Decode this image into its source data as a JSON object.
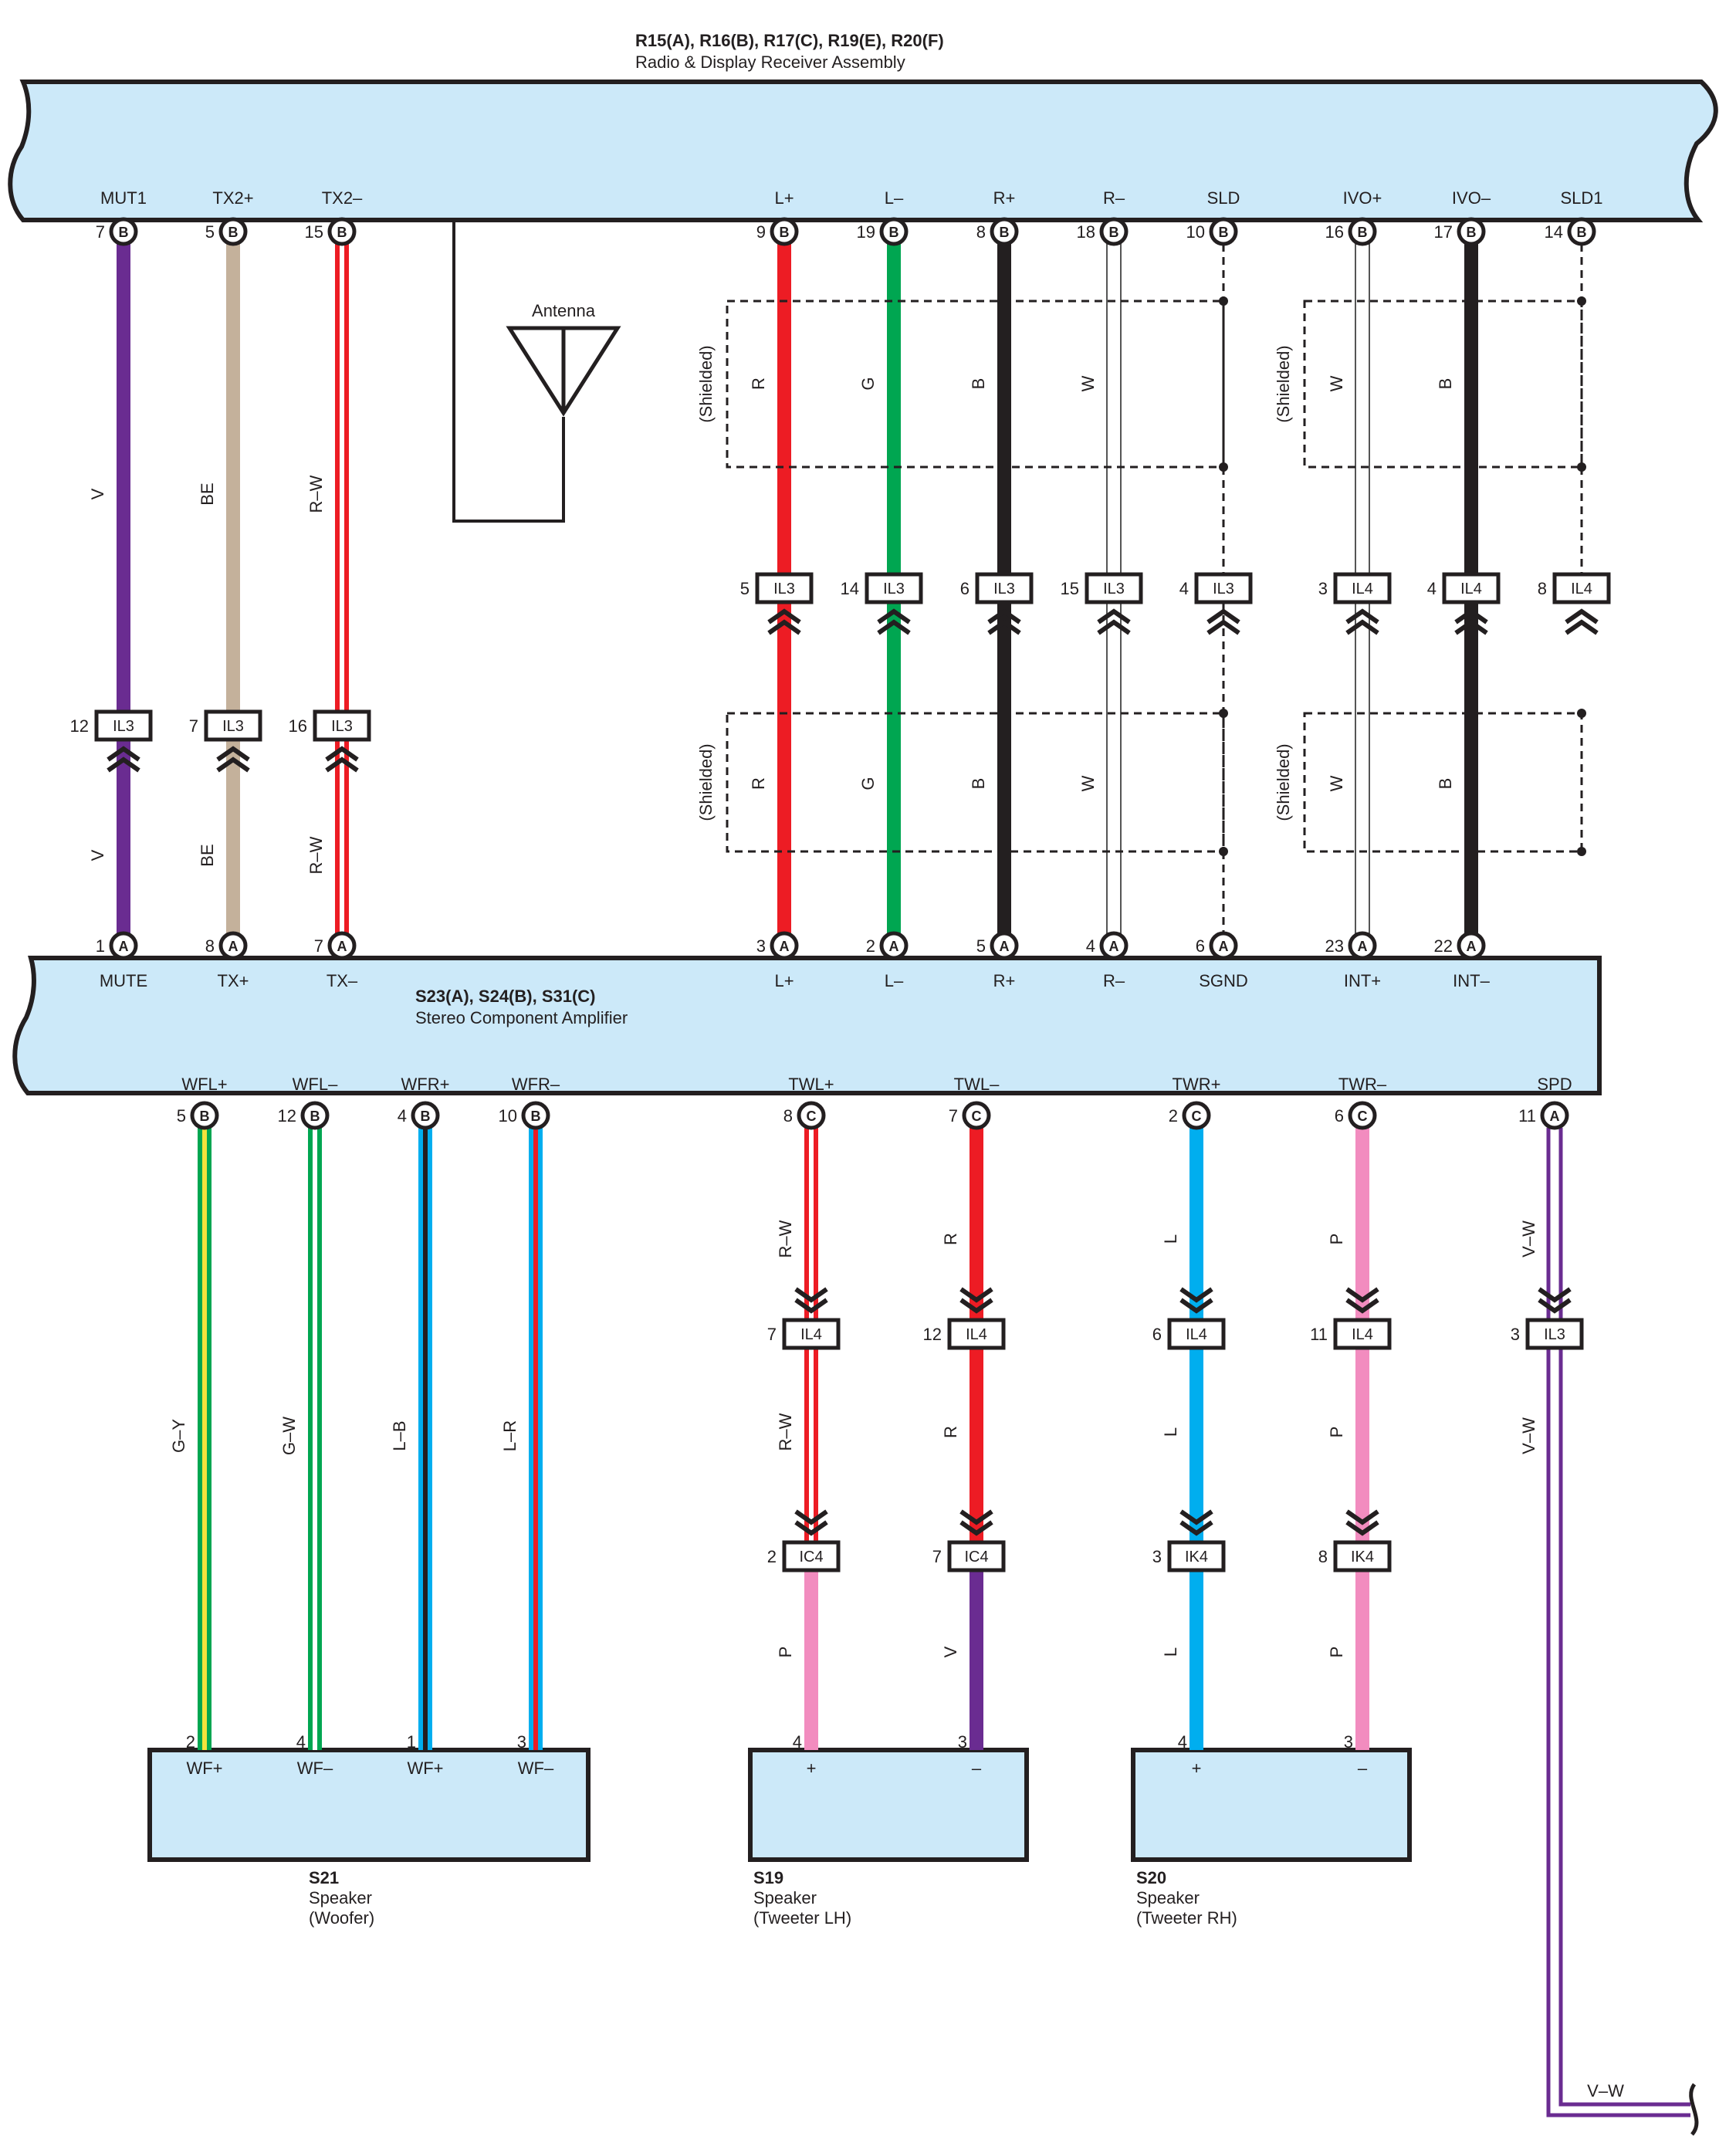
{
  "receiver": {
    "title": "R15(A), R16(B), R17(C), R19(E), R20(F)",
    "subtitle": "Radio & Display Receiver Assembly",
    "terminals": [
      "MUT1",
      "TX2+",
      "TX2–",
      "L+",
      "L–",
      "R+",
      "R–",
      "SLD",
      "IVO+",
      "IVO–",
      "SLD1"
    ]
  },
  "amplifier": {
    "title": "S23(A), S24(B), S31(C)",
    "subtitle": "Stereo Component Amplifier",
    "top_terminals": [
      "MUTE",
      "TX+",
      "TX–",
      "L+",
      "L–",
      "R+",
      "R–",
      "SGND",
      "INT+",
      "INT–"
    ],
    "bottom_terminals": [
      "WFL+",
      "WFL–",
      "WFR+",
      "WFR–",
      "TWL+",
      "TWL–",
      "TWR+",
      "TWR–",
      "SPD"
    ]
  },
  "antenna_label": "Antenna",
  "shielded_label": "(Shielded)",
  "speakers": [
    {
      "id": "S21",
      "name": "Speaker",
      "detail": "(Woofer)",
      "terminals": [
        "WF+",
        "WF–",
        "WF+",
        "WF–"
      ]
    },
    {
      "id": "S19",
      "name": "Speaker",
      "detail": "(Tweeter LH)",
      "terminals": [
        "+",
        "–"
      ]
    },
    {
      "id": "S20",
      "name": "Speaker",
      "detail": "(Tweeter RH)",
      "terminals": [
        "+",
        "–"
      ]
    }
  ],
  "offpage_wire_label": "V–W",
  "colors": {
    "component_fill": "#cce9f9",
    "V": "#6a2c91",
    "BE": "#c4b19b",
    "R": "#ed1c24",
    "G": "#00a651",
    "B": "#231f20",
    "W": "#ffffff",
    "Y": "#f2e33c",
    "L": "#00aeef",
    "P": "#f28cbf"
  },
  "upper_wires": [
    {
      "top_pin": "7",
      "top_circ": "B",
      "color": "V",
      "code_top": "V",
      "junction": "IL3",
      "j_pin": "12",
      "code_bot": "V",
      "bot_pin": "1",
      "bot_circ": "A"
    },
    {
      "top_pin": "5",
      "top_circ": "B",
      "color": "BE",
      "code_top": "BE",
      "junction": "IL3",
      "j_pin": "7",
      "code_bot": "BE",
      "bot_pin": "8",
      "bot_circ": "A"
    },
    {
      "top_pin": "15",
      "top_circ": "B",
      "color": "R-W",
      "code_top": "R–W",
      "junction": "IL3",
      "j_pin": "16",
      "code_bot": "R–W",
      "bot_pin": "7",
      "bot_circ": "A"
    },
    {
      "top_pin": "9",
      "top_circ": "B",
      "color": "R",
      "code_top": "R",
      "junction": "IL3",
      "j_pin": "5",
      "code_bot": "R",
      "bot_pin": "3",
      "bot_circ": "A"
    },
    {
      "top_pin": "19",
      "top_circ": "B",
      "color": "G",
      "code_top": "G",
      "junction": "IL3",
      "j_pin": "14",
      "code_bot": "G",
      "bot_pin": "2",
      "bot_circ": "A"
    },
    {
      "top_pin": "8",
      "top_circ": "B",
      "color": "B",
      "code_top": "B",
      "junction": "IL3",
      "j_pin": "6",
      "code_bot": "B",
      "bot_pin": "5",
      "bot_circ": "A"
    },
    {
      "top_pin": "18",
      "top_circ": "B",
      "color": "W",
      "code_top": "W",
      "junction": "IL3",
      "j_pin": "15",
      "code_bot": "W",
      "bot_pin": "4",
      "bot_circ": "A"
    },
    {
      "top_pin": "10",
      "top_circ": "B",
      "color": "SHIELD",
      "code_top": "",
      "junction": "IL3",
      "j_pin": "4",
      "code_bot": "",
      "bot_pin": "6",
      "bot_circ": "A"
    },
    {
      "top_pin": "16",
      "top_circ": "B",
      "color": "W",
      "code_top": "W",
      "junction": "IL4",
      "j_pin": "3",
      "code_bot": "W",
      "bot_pin": "23",
      "bot_circ": "A"
    },
    {
      "top_pin": "17",
      "top_circ": "B",
      "color": "B",
      "code_top": "B",
      "junction": "IL4",
      "j_pin": "4",
      "code_bot": "B",
      "bot_pin": "22",
      "bot_circ": "A"
    },
    {
      "top_pin": "14",
      "top_circ": "B",
      "color": "SHIELD",
      "code_top": "",
      "junction": "IL4",
      "j_pin": "8",
      "code_bot": "",
      "bot_pin": "",
      "bot_circ": ""
    }
  ],
  "lower_wires": [
    {
      "amp_pin": "5",
      "amp_circ": "B",
      "color": "G-Y",
      "code": "G–Y",
      "spk_pin": "2"
    },
    {
      "amp_pin": "12",
      "amp_circ": "B",
      "color": "G-W",
      "code": "G–W",
      "spk_pin": "4"
    },
    {
      "amp_pin": "4",
      "amp_circ": "B",
      "color": "L-B",
      "code": "L–B",
      "spk_pin": "1"
    },
    {
      "amp_pin": "10",
      "amp_circ": "B",
      "color": "L-R",
      "code": "L–R",
      "spk_pin": "3"
    },
    {
      "amp_pin": "8",
      "amp_circ": "C",
      "color1": "R-W",
      "code1": "R–W",
      "j1": "IL4",
      "j1_pin": "7",
      "color2": "R-W",
      "code2": "R–W",
      "j2": "IC4",
      "j2_pin": "2",
      "color3": "P",
      "code3": "P",
      "spk_pin": "4"
    },
    {
      "amp_pin": "7",
      "amp_circ": "C",
      "color1": "R",
      "code1": "R",
      "j1": "IL4",
      "j1_pin": "12",
      "color2": "R",
      "code2": "R",
      "j2": "IC4",
      "j2_pin": "7",
      "color3": "V",
      "code3": "V",
      "spk_pin": "3"
    },
    {
      "amp_pin": "2",
      "amp_circ": "C",
      "color1": "L",
      "code1": "L",
      "j1": "IL4",
      "j1_pin": "6",
      "color2": "L",
      "code2": "L",
      "j2": "IK4",
      "j2_pin": "3",
      "color3": "L",
      "code3": "L",
      "spk_pin": "4"
    },
    {
      "amp_pin": "6",
      "amp_circ": "C",
      "color1": "P",
      "code1": "P",
      "j1": "IL4",
      "j1_pin": "11",
      "color2": "P",
      "code2": "P",
      "j2": "IK4",
      "j2_pin": "8",
      "color3": "P",
      "code3": "P",
      "spk_pin": "3"
    },
    {
      "amp_pin": "11",
      "amp_circ": "A",
      "color1": "V-W",
      "code1": "V–W",
      "j1": "IL3",
      "j1_pin": "3",
      "color2": "V-W",
      "code2": "V–W"
    }
  ]
}
